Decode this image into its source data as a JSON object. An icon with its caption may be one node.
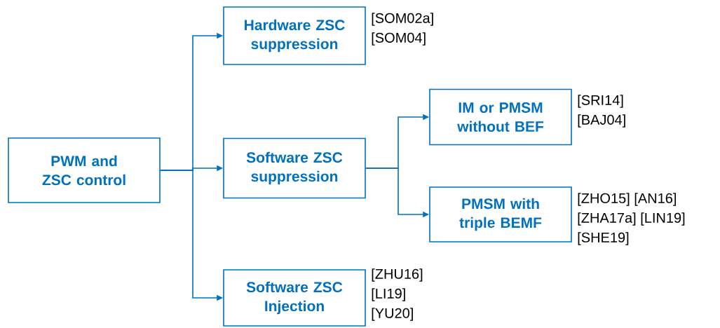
{
  "diagram": {
    "nodes": [
      {
        "text": [
          "PWM and ZSC control"
        ]
      },
      {
        "text": [
          "Hardware ZSC suppression"
        ],
        "beside": [
          "[SOM02a]",
          "[SOM04]"
        ]
      },
      {
        "text": [
          "Software ZSC suppression"
        ]
      },
      {
        "text": [
          "IM or PMSM without BEF"
        ],
        "beside": [
          "[SRI14]",
          "[BAJ04]"
        ]
      },
      {
        "text": [
          "PMSM with triple BEMF"
        ],
        "beside": [
          "[ZHO15] [AN16]",
          "[ZHA17a] [LIN19]",
          "[SHE19]"
        ]
      },
      {
        "text": [
          "Software ZSC Injection"
        ],
        "beside": [
          "[ZHU16]",
          "[LI19]",
          "[YU20]"
        ]
      }
    ],
    "edges": [
      {
        "from": 0,
        "to": 1,
        "arrow": "to"
      },
      {
        "from": 0,
        "to": 2,
        "arrow": "to"
      },
      {
        "from": 0,
        "to": 5,
        "arrow": "to"
      },
      {
        "from": 2,
        "to": 3,
        "arrow": "to"
      },
      {
        "from": 2,
        "to": 4,
        "arrow": "to"
      }
    ]
  }
}
